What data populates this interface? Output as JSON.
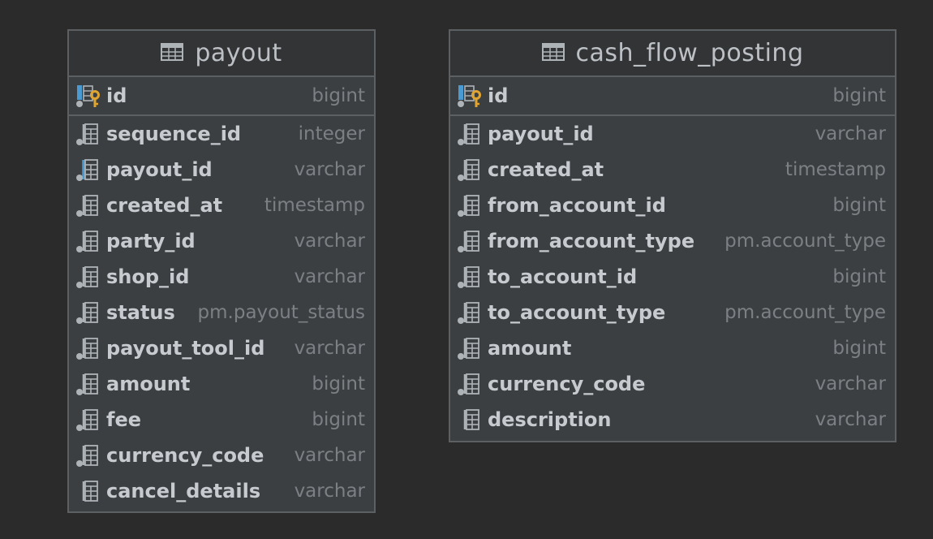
{
  "tables": [
    {
      "name": "payout",
      "primary_key": {
        "name": "id",
        "type": "bigint"
      },
      "columns": [
        {
          "name": "sequence_id",
          "type": "integer",
          "icon": "nullable-column-icon"
        },
        {
          "name": "payout_id",
          "type": "varchar",
          "icon": "indexed-column-icon"
        },
        {
          "name": "created_at",
          "type": "timestamp",
          "icon": "nullable-column-icon"
        },
        {
          "name": "party_id",
          "type": "varchar",
          "icon": "nullable-column-icon"
        },
        {
          "name": "shop_id",
          "type": "varchar",
          "icon": "nullable-column-icon"
        },
        {
          "name": "status",
          "type": "pm.payout_status",
          "icon": "nullable-column-icon"
        },
        {
          "name": "payout_tool_id",
          "type": "varchar",
          "icon": "nullable-column-icon"
        },
        {
          "name": "amount",
          "type": "bigint",
          "icon": "nullable-column-icon"
        },
        {
          "name": "fee",
          "type": "bigint",
          "icon": "nullable-column-icon"
        },
        {
          "name": "currency_code",
          "type": "varchar",
          "icon": "nullable-column-icon"
        },
        {
          "name": "cancel_details",
          "type": "varchar",
          "icon": "column-icon"
        }
      ]
    },
    {
      "name": "cash_flow_posting",
      "primary_key": {
        "name": "id",
        "type": "bigint"
      },
      "columns": [
        {
          "name": "payout_id",
          "type": "varchar",
          "icon": "nullable-column-icon"
        },
        {
          "name": "created_at",
          "type": "timestamp",
          "icon": "nullable-column-icon"
        },
        {
          "name": "from_account_id",
          "type": "bigint",
          "icon": "nullable-column-icon"
        },
        {
          "name": "from_account_type",
          "type": "pm.account_type",
          "icon": "nullable-column-icon"
        },
        {
          "name": "to_account_id",
          "type": "bigint",
          "icon": "nullable-column-icon"
        },
        {
          "name": "to_account_type",
          "type": "pm.account_type",
          "icon": "nullable-column-icon"
        },
        {
          "name": "amount",
          "type": "bigint",
          "icon": "nullable-column-icon"
        },
        {
          "name": "currency_code",
          "type": "varchar",
          "icon": "nullable-column-icon"
        },
        {
          "name": "description",
          "type": "varchar",
          "icon": "column-icon"
        }
      ]
    }
  ]
}
